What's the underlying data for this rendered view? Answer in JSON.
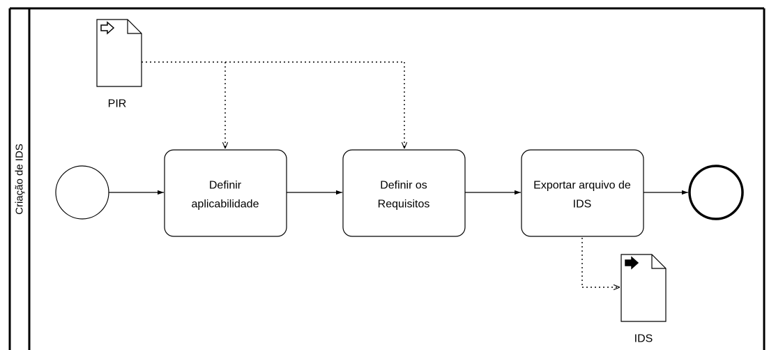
{
  "pool": {
    "lane_label": "Criação de IDS"
  },
  "events": {
    "start": "",
    "end": ""
  },
  "tasks": [
    {
      "id": "t1",
      "lines": [
        "Definir",
        "aplicabilidade"
      ]
    },
    {
      "id": "t2",
      "lines": [
        "Definir os",
        "Requisitos"
      ]
    },
    {
      "id": "t3",
      "lines": [
        "Exportar arquivo de",
        "IDS"
      ]
    }
  ],
  "data_objects": {
    "input": {
      "label": "PIR",
      "kind": "data-input"
    },
    "output": {
      "label": "IDS",
      "kind": "data-output"
    }
  },
  "colors": {
    "stroke": "#000000",
    "fill": "#ffffff"
  }
}
